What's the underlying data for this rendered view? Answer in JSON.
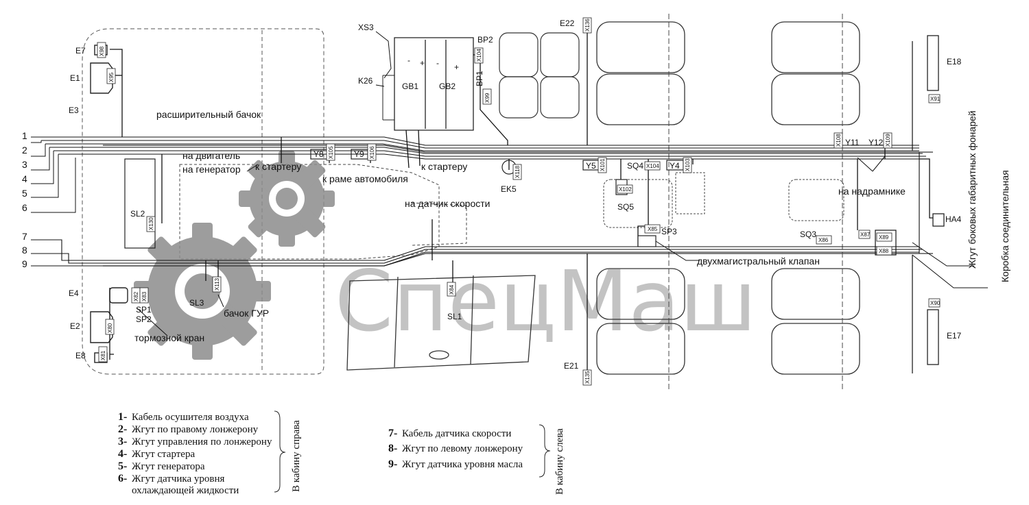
{
  "watermark": "СпецМаш",
  "wire_numbers": [
    "1",
    "2",
    "3",
    "4",
    "5",
    "6",
    "7",
    "8",
    "9"
  ],
  "labels": {
    "E7": "E7",
    "E1": "E1",
    "E3": "E3",
    "E4": "E4",
    "E2": "E2",
    "E8": "E8",
    "XS3": "XS3",
    "K26": "K26",
    "BP2": "BP2",
    "BP1": "BP1",
    "GB1": "GB1",
    "GB2": "GB2",
    "E22": "E22",
    "E18": "E18",
    "E21": "E21",
    "E17": "E17",
    "Y8": "Y8",
    "Y9": "Y9",
    "Y5": "Y5",
    "Y4": "Y4",
    "Y11": "Y11",
    "Y12": "Y12",
    "SQ4": "SQ4",
    "SQ5": "SQ5",
    "SQ3": "SQ3",
    "SP3": "SP3",
    "EK5": "EK5",
    "SL2": "SL2",
    "SL3": "SL3",
    "SL1": "SL1",
    "SP1": "SP1",
    "SP2": "SP2",
    "HA4": "HA4"
  },
  "connectors": {
    "x98": "X98",
    "x95": "X95",
    "x105": "X105",
    "x106": "X106",
    "x118": "X118",
    "x104": "X104",
    "x99": "X99",
    "x136": "X136",
    "x101": "X101",
    "x104b": "X104",
    "x103": "X103",
    "x102": "X102",
    "x85": "X85",
    "x108": "X108",
    "x109": "X109",
    "x91": "X91",
    "x130": "X130",
    "x113": "X113",
    "x82": "X82",
    "x83": "X83",
    "x80": "X80",
    "x81": "X81",
    "x84": "X84",
    "x135": "X135",
    "x86": "X86",
    "x87": "X87",
    "x89": "X89",
    "x88": "X88",
    "x90": "X90"
  },
  "notes": {
    "expansion_tank": "расширительный бачок",
    "to_engine": "на двигатель",
    "to_generator": "на генератор",
    "to_starter_1": "к стартеру",
    "to_starter_2": "к стартеру",
    "to_frame": "к раме автомобиля",
    "speed_sensor": "на датчик скорости",
    "on_subframe": "на надрамнике",
    "dual_valve": "двухмагистральный клапан",
    "gur_tank": "бачок ГУР",
    "brake_valve": "тормозной кран",
    "side_lamps": "Жгут боковых габаритных фонарей",
    "junction_box": "Коробка соединительная"
  },
  "legend_right_cab": {
    "items": [
      {
        "num": "1-",
        "text": "Кабель осушителя воздуха"
      },
      {
        "num": "2-",
        "text": "Жгут по правому лонжерону"
      },
      {
        "num": "3-",
        "text": "Жгут управления по лонжерону"
      },
      {
        "num": "4-",
        "text": "Жгут стартера"
      },
      {
        "num": "5-",
        "text": "Жгут генератора"
      },
      {
        "num": "6-",
        "text": "Жгут датчика уровня"
      }
    ],
    "extra_line": "охлаждающей жидкости",
    "caption": "В кабину справа"
  },
  "legend_left_cab": {
    "items": [
      {
        "num": "7-",
        "text": "Кабель датчика скорости"
      },
      {
        "num": "8-",
        "text": "Жгут по левому лонжерону"
      },
      {
        "num": "9-",
        "text": "Жгут датчика уровня масла"
      }
    ],
    "caption": "В кабину слева"
  }
}
